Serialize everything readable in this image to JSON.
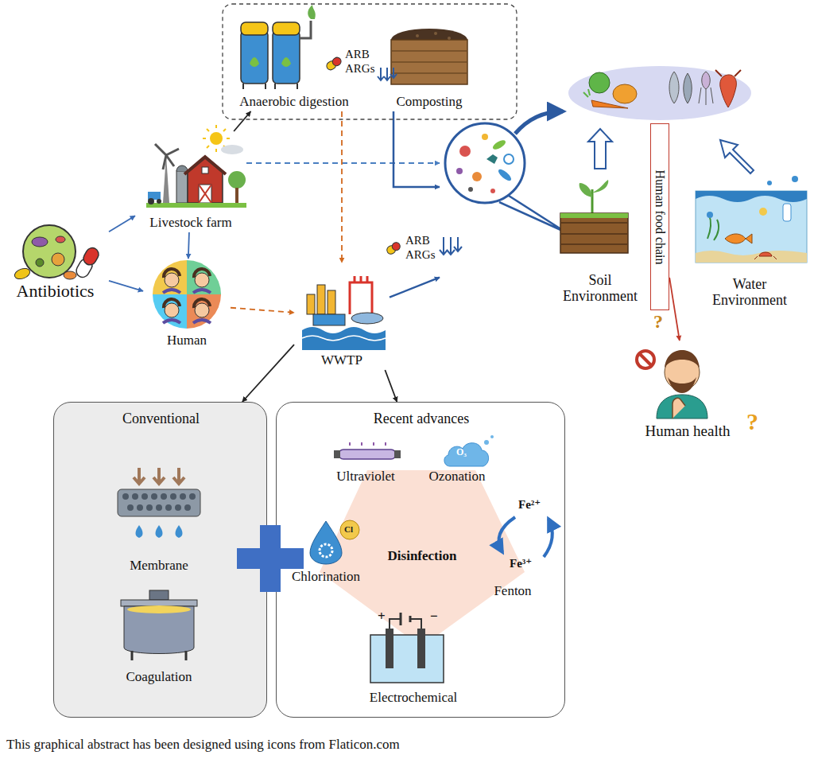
{
  "diagram": {
    "caption": "This graphical abstract has been designed using icons from Flaticon.com",
    "nodes": [
      {
        "text": [
          "Antibiotics"
        ]
      },
      {
        "text": [
          "Anaerobic digestion"
        ]
      },
      {
        "text": [
          "Composting"
        ]
      },
      {
        "text": [
          "Livestock farm"
        ]
      },
      {
        "text": [
          "Human"
        ]
      },
      {
        "text": [
          "WWTP"
        ]
      },
      {
        "text": [
          "Soil Environment"
        ]
      },
      {
        "text": [
          "Human food chain"
        ]
      },
      {
        "text": [
          "Water Environment"
        ]
      },
      {
        "text": [
          "Human health"
        ]
      },
      {
        "text": [
          "Conventional"
        ]
      },
      {
        "text": [
          "Membrane"
        ],
        "in": 10
      },
      {
        "text": [
          "Coagulation"
        ],
        "in": 10
      },
      {
        "text": [
          "Recent advances"
        ]
      },
      {
        "text": [
          "Disinfection"
        ],
        "in": 13
      },
      {
        "text": [
          "Ultraviolet"
        ],
        "in": 13
      },
      {
        "text": [
          "Ozonation"
        ],
        "in": 13
      },
      {
        "text": [
          "Chlorination"
        ],
        "in": 13
      },
      {
        "text": [
          "Fenton"
        ],
        "in": 13
      },
      {
        "text": [
          "Electrochemical"
        ],
        "in": 13
      }
    ],
    "edges": [
      {
        "from": 0,
        "to": 3,
        "arrow": "to"
      },
      {
        "from": 0,
        "to": 4,
        "arrow": "to"
      },
      {
        "from": 3,
        "to": 4,
        "arrow": "to"
      },
      {
        "from": 3,
        "to": 1,
        "arrow": "to"
      },
      {
        "from": 3,
        "to": 6,
        "arrow": "to"
      },
      {
        "from": 2,
        "to": 6,
        "arrow": "to"
      },
      {
        "from": 1,
        "to": 5,
        "arrow": "to"
      },
      {
        "from": 4,
        "to": 5,
        "arrow": "to"
      },
      {
        "from": 5,
        "to": 6,
        "arrow": "to"
      },
      {
        "from": 7,
        "to": 9,
        "arrow": "to"
      },
      {
        "from": 5,
        "to": 10,
        "arrow": "to"
      },
      {
        "from": 5,
        "to": 13,
        "arrow": "to"
      }
    ],
    "labels": [
      "ARB",
      "ARGs",
      "ARB",
      "ARGs",
      "?",
      "?",
      "O₃",
      "Cl",
      "Fe²⁺",
      "Fe³⁺",
      "+",
      "−"
    ]
  }
}
